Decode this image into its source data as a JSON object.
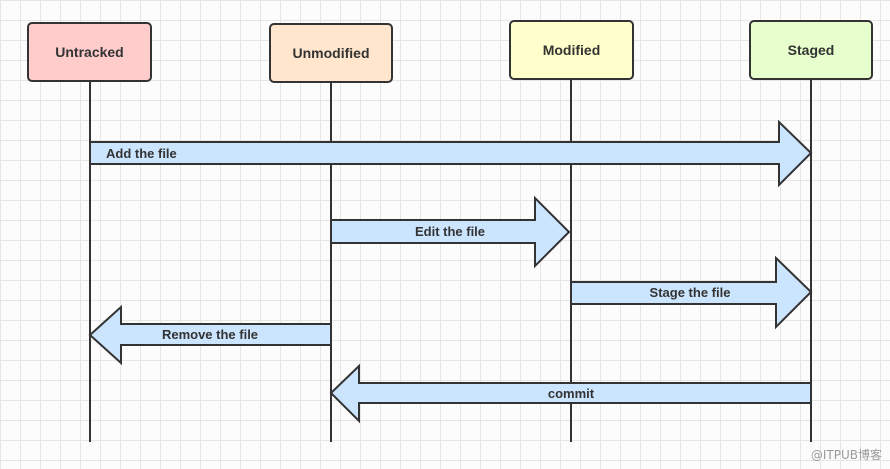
{
  "states": [
    {
      "id": "untracked",
      "label": "Untracked",
      "fill": "#ffcccc"
    },
    {
      "id": "unmodified",
      "label": "Unmodified",
      "fill": "#ffe6cc"
    },
    {
      "id": "modified",
      "label": "Modified",
      "fill": "#ffffcc"
    },
    {
      "id": "staged",
      "label": "Staged",
      "fill": "#e6ffcc"
    }
  ],
  "transitions": [
    {
      "id": "add-the-file",
      "label": "Add the file",
      "from": "untracked",
      "to": "staged"
    },
    {
      "id": "edit-the-file",
      "label": "Edit the file",
      "from": "unmodified",
      "to": "modified"
    },
    {
      "id": "stage-the-file",
      "label": "Stage the file",
      "from": "modified",
      "to": "staged"
    },
    {
      "id": "remove-the-file",
      "label": "Remove the file",
      "from": "unmodified",
      "to": "untracked"
    },
    {
      "id": "commit",
      "label": "commit",
      "from": "staged",
      "to": "unmodified"
    }
  ],
  "colors": {
    "arrow_fill": "#cce5ff",
    "stroke": "#333333",
    "lifeline": "#333333"
  },
  "watermark": "@ITPUB博客"
}
